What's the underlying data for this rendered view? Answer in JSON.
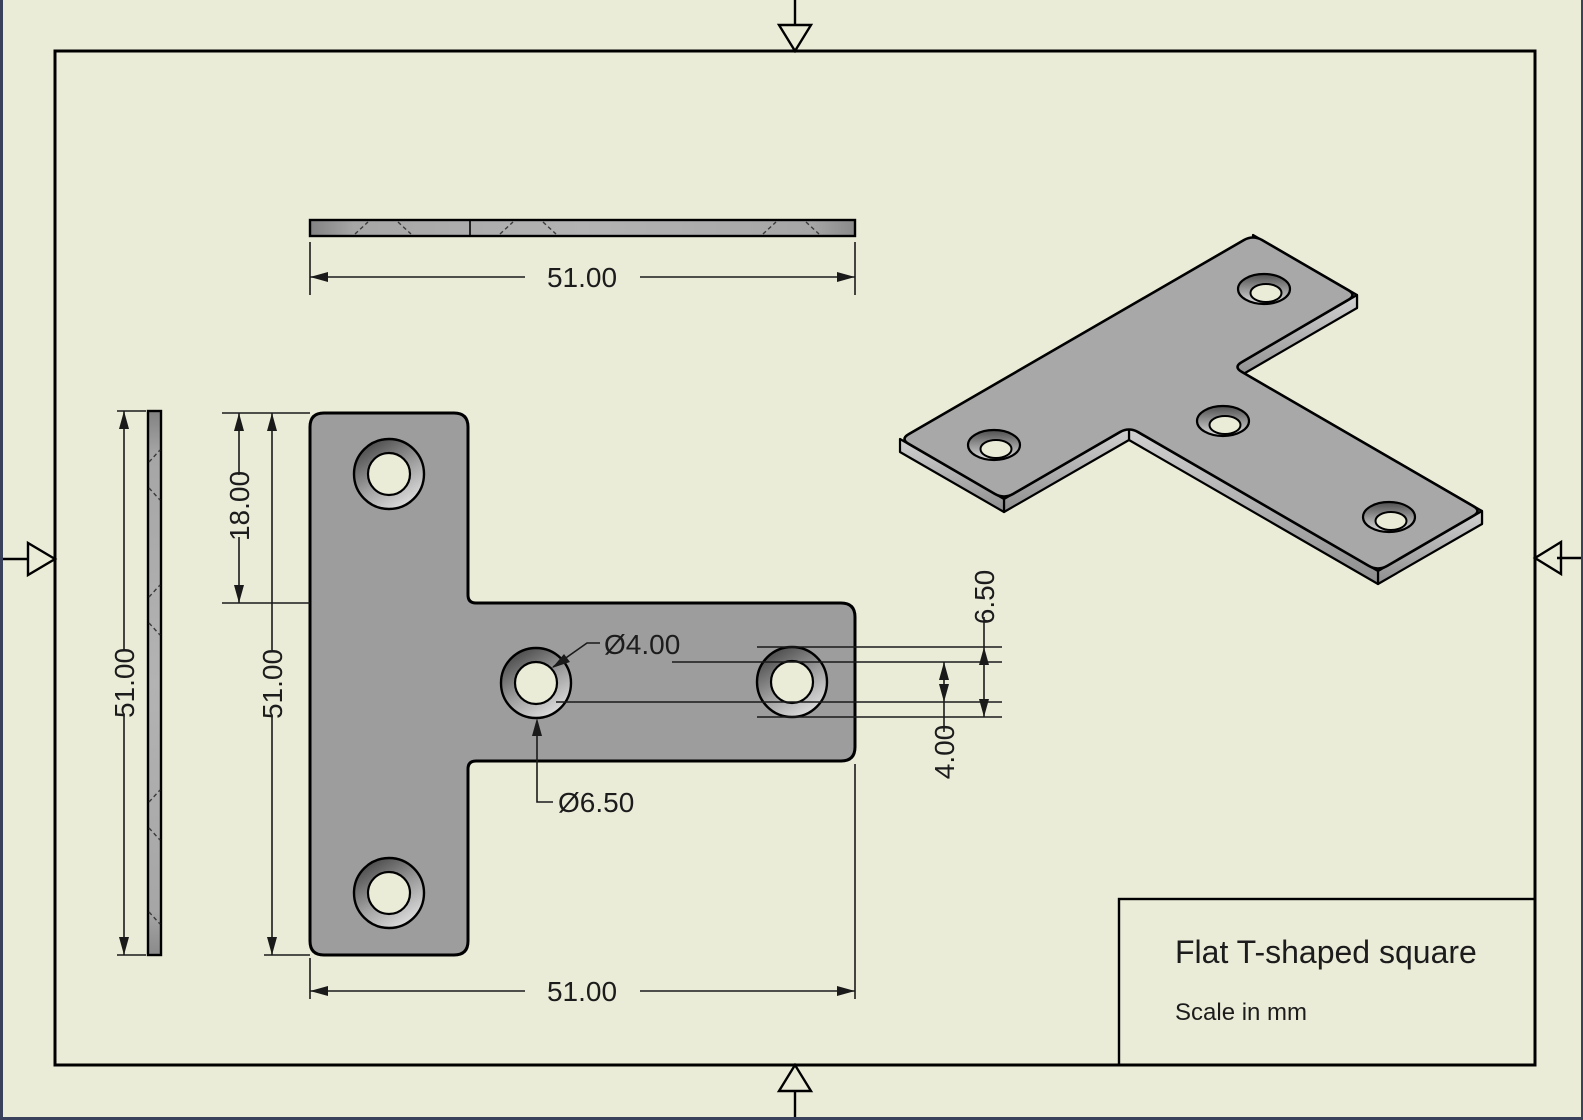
{
  "drawing": {
    "title_block": {
      "title": "Flat T-shaped square",
      "scale_note": "Scale in mm"
    },
    "views": {
      "top_view": {
        "name": "top-view",
        "width_dim": "51.00"
      },
      "side_view": {
        "name": "side-view",
        "height_dim": "51.00"
      },
      "front_view": {
        "name": "front-view",
        "top_offset_dim": "18.00",
        "height_dim": "51.00",
        "width_dim": "51.00",
        "hole_inner_label": "Ø4.00",
        "hole_outer_label": "Ø6.50",
        "hole_outer_vertical_dim": "6.50",
        "hole_inner_vertical_dim": "4.00"
      },
      "isometric_view": {
        "name": "isometric-view"
      }
    },
    "colors": {
      "background": "#ebecd8",
      "window_edge": "#3a415a",
      "frame_line": "#000000",
      "part_fill": "#9d9d9d",
      "iso_top_fill": "#a8a8a8",
      "dimension_line": "#1a1a1a"
    }
  }
}
